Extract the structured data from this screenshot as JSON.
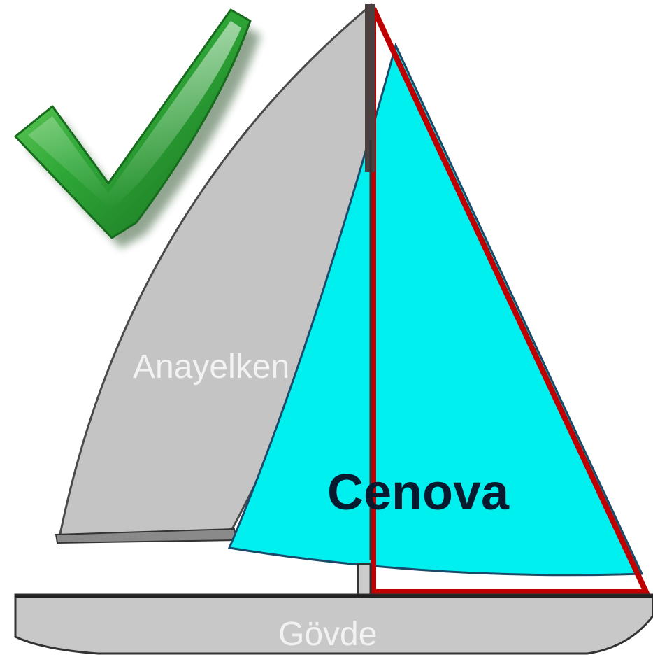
{
  "labels": {
    "mainsail": "Anayelken",
    "jib": "Cenova",
    "hull": "Gövde"
  },
  "colors": {
    "mainsail": "#c4c4c4",
    "jib": "#00f0f0",
    "jib_outline": "#c00000",
    "hull": "#c8c8c8",
    "mast": "#333333",
    "checkmark": "#2e9e2e",
    "label_light": "#f2f2f2",
    "label_dark": "#0a1a2e"
  },
  "icons": {
    "approval": "checkmark-icon"
  }
}
